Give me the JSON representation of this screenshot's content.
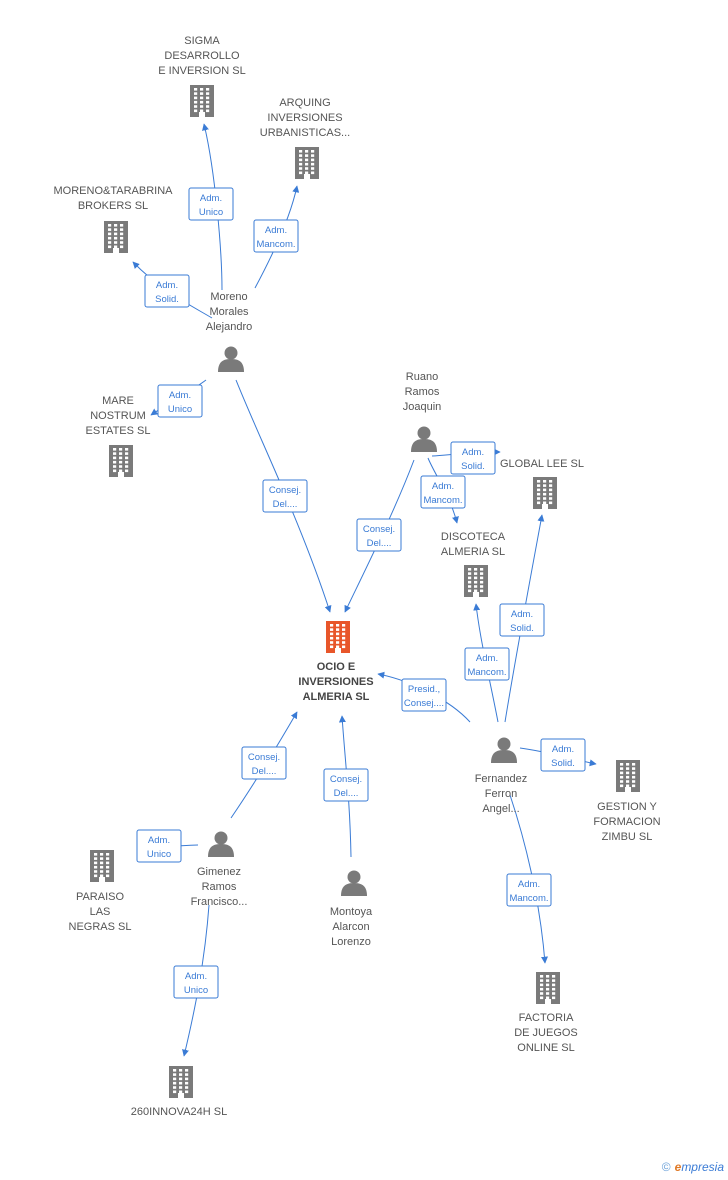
{
  "nodes": [
    {
      "id": "sigma",
      "type": "company",
      "lines": [
        "SIGMA",
        "DESARROLLO",
        "E INVERSION SL"
      ]
    },
    {
      "id": "arquing",
      "type": "company",
      "lines": [
        "ARQUING",
        "INVERSIONES",
        "URBANISTICAS..."
      ]
    },
    {
      "id": "moreno_tarabrina",
      "type": "company",
      "lines": [
        "MORENO&TARABRINA",
        "BROKERS SL"
      ]
    },
    {
      "id": "moreno",
      "type": "person",
      "lines": [
        "Moreno",
        "Morales",
        "Alejandro"
      ]
    },
    {
      "id": "mare",
      "type": "company",
      "lines": [
        "MARE",
        "NOSTRUM",
        "ESTATES  SL"
      ]
    },
    {
      "id": "ruano",
      "type": "person",
      "lines": [
        "Ruano",
        "Ramos",
        "Joaquin"
      ]
    },
    {
      "id": "global_lee",
      "type": "company",
      "lines": [
        "GLOBAL LEE SL"
      ]
    },
    {
      "id": "discoteca",
      "type": "company",
      "lines": [
        "DISCOTECA",
        "ALMERIA SL"
      ]
    },
    {
      "id": "ocio",
      "type": "main",
      "lines": [
        "OCIO E",
        "INVERSIONES",
        "ALMERIA SL"
      ]
    },
    {
      "id": "fernandez",
      "type": "person",
      "lines": [
        "Fernandez",
        "Ferron",
        "Angel..."
      ]
    },
    {
      "id": "gestion",
      "type": "company",
      "lines": [
        "GESTION Y",
        "FORMACION",
        "ZIMBU  SL"
      ]
    },
    {
      "id": "gimenez",
      "type": "person",
      "lines": [
        "Gimenez",
        "Ramos",
        "Francisco..."
      ]
    },
    {
      "id": "paraiso",
      "type": "company",
      "lines": [
        "PARAISO",
        "LAS",
        "NEGRAS  SL"
      ]
    },
    {
      "id": "montoya",
      "type": "person",
      "lines": [
        "Montoya",
        "Alarcon",
        "Lorenzo"
      ]
    },
    {
      "id": "factoria",
      "type": "company",
      "lines": [
        "FACTORIA",
        "DE JUEGOS",
        "ONLINE SL"
      ]
    },
    {
      "id": "innova",
      "type": "company",
      "lines": [
        "260INNOVA24H SL"
      ]
    }
  ],
  "edges": [
    {
      "id": "e1",
      "from": "moreno",
      "to": "sigma",
      "label": [
        "Adm.",
        "Unico"
      ]
    },
    {
      "id": "e2",
      "from": "moreno",
      "to": "arquing",
      "label": [
        "Adm.",
        "Mancom."
      ]
    },
    {
      "id": "e3",
      "from": "moreno",
      "to": "moreno_tarabrina",
      "label": [
        "Adm.",
        "Solid."
      ]
    },
    {
      "id": "e4",
      "from": "moreno",
      "to": "mare",
      "label": [
        "Adm.",
        "Unico"
      ]
    },
    {
      "id": "e5",
      "from": "moreno",
      "to": "ocio",
      "label": [
        "Consej.",
        "Del...."
      ]
    },
    {
      "id": "e6",
      "from": "ruano",
      "to": "ocio",
      "label": [
        "Consej.",
        "Del...."
      ]
    },
    {
      "id": "e7",
      "from": "ruano",
      "to": "global_lee",
      "label": [
        "Adm.",
        "Solid."
      ]
    },
    {
      "id": "e8",
      "from": "ruano",
      "to": "discoteca",
      "label": [
        "Adm.",
        "Mancom."
      ]
    },
    {
      "id": "e9",
      "from": "fernandez",
      "to": "global_lee",
      "label": [
        "Adm.",
        "Solid."
      ]
    },
    {
      "id": "e10",
      "from": "fernandez",
      "to": "discoteca",
      "label": [
        "Adm.",
        "Mancom."
      ]
    },
    {
      "id": "e11",
      "from": "fernandez",
      "to": "ocio",
      "label": [
        "Presid.,",
        "Consej...."
      ]
    },
    {
      "id": "e12",
      "from": "fernandez",
      "to": "gestion",
      "label": [
        "Adm.",
        "Solid."
      ]
    },
    {
      "id": "e13",
      "from": "fernandez",
      "to": "factoria",
      "label": [
        "Adm.",
        "Mancom."
      ]
    },
    {
      "id": "e14",
      "from": "gimenez",
      "to": "ocio",
      "label": [
        "Consej.",
        "Del...."
      ]
    },
    {
      "id": "e15",
      "from": "gimenez",
      "to": "paraiso",
      "label": [
        "Adm.",
        "Unico"
      ]
    },
    {
      "id": "e16",
      "from": "gimenez",
      "to": "innova",
      "label": [
        "Adm.",
        "Unico"
      ]
    },
    {
      "id": "e17",
      "from": "montoya",
      "to": "ocio",
      "label": [
        "Consej.",
        "Del...."
      ]
    }
  ],
  "colors": {
    "edge": "#3a7bd5",
    "company": "#7a7a7a",
    "main": "#e8562a",
    "person": "#7a7a7a"
  },
  "footer": {
    "symbol": "©",
    "brand_initial": "e",
    "brand_rest": "mpresia"
  }
}
